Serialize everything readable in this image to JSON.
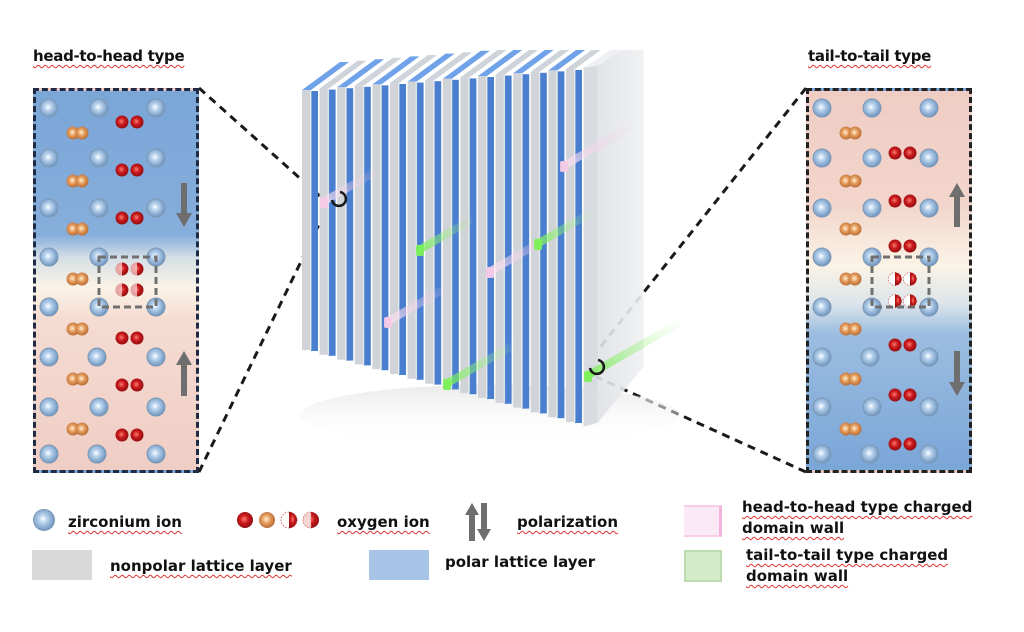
{
  "panels": {
    "left": {
      "title": "head-to-head type",
      "polarization_top": "down",
      "polarization_bottom": "up",
      "background_top": "#7aa6d8",
      "background_bottom": "#efcdc4"
    },
    "right": {
      "title": "tail-to-tail type",
      "polarization_top": "up",
      "polarization_bottom": "down",
      "background_top": "#efcdc4",
      "background_bottom": "#7aa6d8"
    }
  },
  "cube": {
    "description": "stacked polar and nonpolar lattice layers with charged domain walls",
    "layer_count": 16,
    "polar_color": "#4a7fd0",
    "nonpolar_color": "#d0d3d8",
    "hh_wall_color": "#f6c9e6",
    "tt_wall_color": "#7cf05a"
  },
  "legend": {
    "zirconium": {
      "label": "zirconium ion",
      "icon": "zirconium-ion-icon"
    },
    "oxygen": {
      "label": "oxygen ion",
      "icons": [
        "oxygen-ion-red-icon",
        "oxygen-ion-orange-icon",
        "oxygen-vacancy-half-white-icon",
        "oxygen-ion-half-red-icon"
      ]
    },
    "polarization": {
      "label": "polarization",
      "icon": "polarization-arrows-icon"
    },
    "nonpolar": {
      "label": "nonpolar lattice layer",
      "color": "#d9d9d9"
    },
    "polar": {
      "label": "polar lattice layer",
      "color": "#a7c4e6"
    },
    "hh_wall": {
      "label_line1": "head-to-head type charged",
      "label_line2": "domain wall",
      "color": "#f7d6ee"
    },
    "tt_wall": {
      "label_line1": "tail-to-tail type charged",
      "label_line2": "domain wall",
      "color": "#d3ecc8"
    }
  },
  "colors": {
    "zirconium": "#8fb6de",
    "oxygen_red": "#b3161a",
    "oxygen_orange": "#d98a4b",
    "arrow": "#6e6e6e",
    "dash": "#1a1a1a"
  }
}
